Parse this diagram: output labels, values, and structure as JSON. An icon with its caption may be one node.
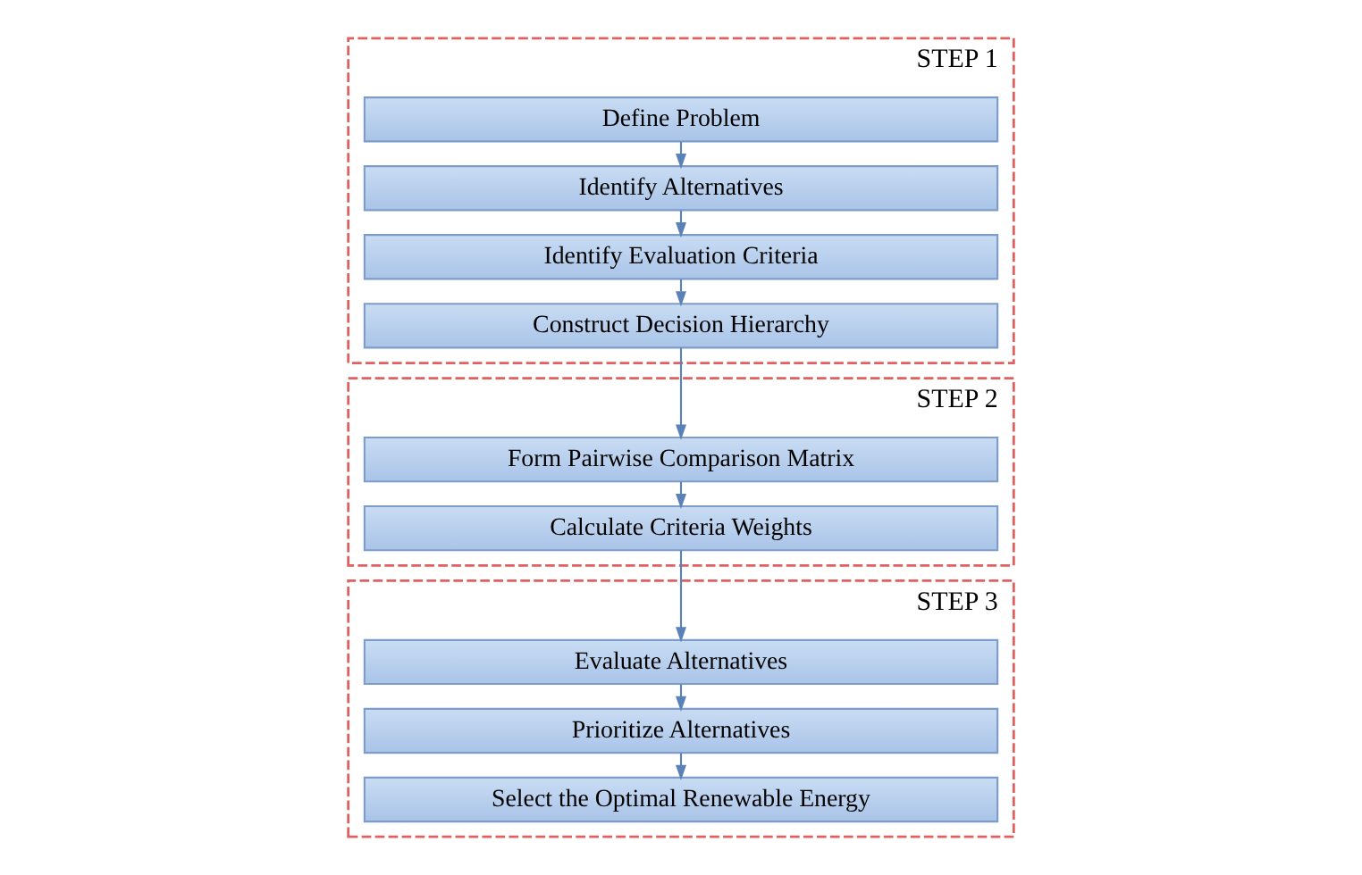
{
  "diagram": {
    "nodes": [
      {
        "text": [
          "STEP 1"
        ]
      },
      {
        "text": [
          "Define Problem"
        ],
        "in": 0
      },
      {
        "text": [
          "Identify Alternatives"
        ],
        "in": 0
      },
      {
        "text": [
          "Identify Evaluation Criteria"
        ],
        "in": 0
      },
      {
        "text": [
          "Construct Decision Hierarchy"
        ],
        "in": 0
      },
      {
        "text": [
          "STEP 2"
        ]
      },
      {
        "text": [
          "Form Pairwise Comparison Matrix"
        ],
        "in": 5
      },
      {
        "text": [
          "Calculate Criteria Weights"
        ],
        "in": 5
      },
      {
        "text": [
          "STEP 3"
        ]
      },
      {
        "text": [
          "Evaluate Alternatives"
        ],
        "in": 8
      },
      {
        "text": [
          "Prioritize Alternatives"
        ],
        "in": 8
      },
      {
        "text": [
          "Select the Optimal Renewable Energy"
        ],
        "in": 8
      }
    ],
    "edges": [
      {
        "from": 1,
        "to": 2,
        "arrow": "to"
      },
      {
        "from": 2,
        "to": 3,
        "arrow": "to"
      },
      {
        "from": 3,
        "to": 4,
        "arrow": "to"
      },
      {
        "from": 4,
        "to": 6,
        "arrow": "to"
      },
      {
        "from": 6,
        "to": 7,
        "arrow": "to"
      },
      {
        "from": 7,
        "to": 9,
        "arrow": "to"
      },
      {
        "from": 9,
        "to": 10,
        "arrow": "to"
      },
      {
        "from": 10,
        "to": 11,
        "arrow": "to"
      }
    ]
  }
}
